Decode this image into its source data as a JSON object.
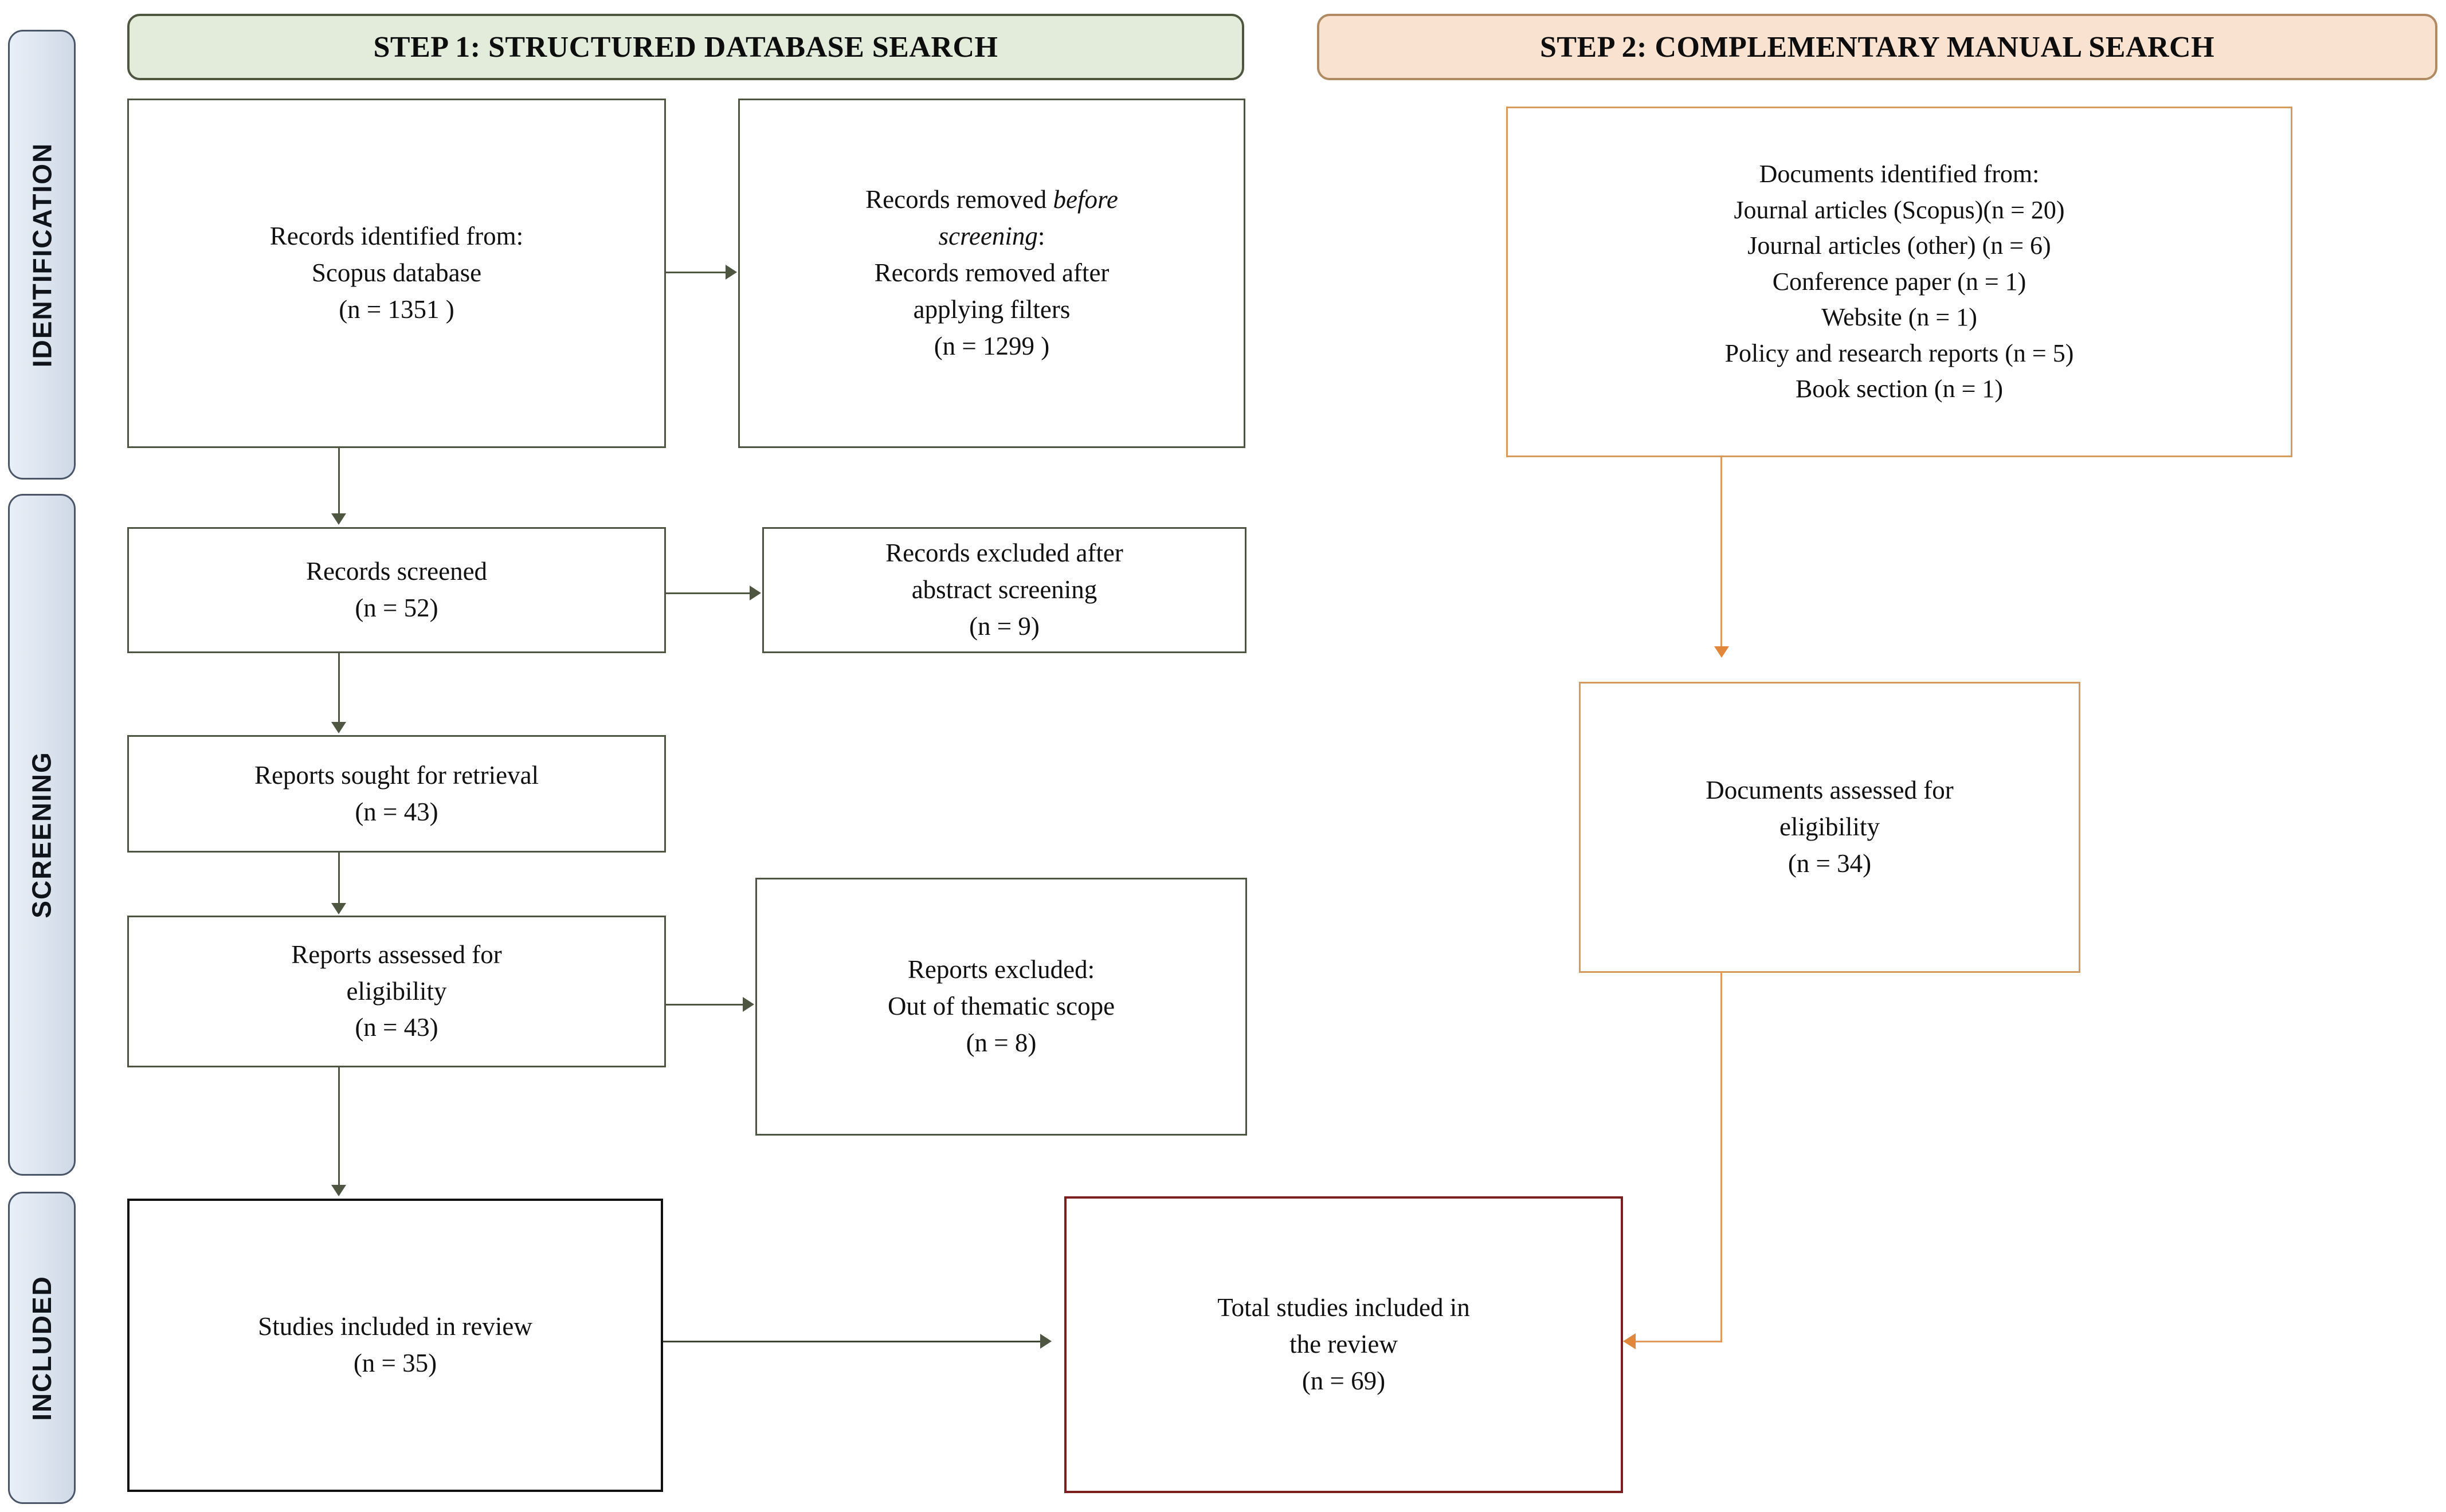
{
  "diagram": {
    "title": "PRISMA flow diagram",
    "colors": {
      "step1_fill": "#e3ebdb",
      "step1_border": "#4f5640",
      "step2_fill": "#f9e2cf",
      "step2_border": "#b08a63",
      "stage_fill": "#dbe4ef",
      "stage_border": "#4a5668",
      "green_arrow": "#4e5642",
      "orange_arrow": "#e0873c",
      "total_box_border": "#7b1f20"
    }
  },
  "stages": [
    {
      "label": "IDENTIFICATION"
    },
    {
      "label": "SCREENING"
    },
    {
      "label": "INCLUDED"
    }
  ],
  "steps": {
    "step1": {
      "title": "STEP 1: STRUCTURED DATABASE SEARCH"
    },
    "step2": {
      "title": "STEP 2: COMPLEMENTARY MANUAL SEARCH"
    }
  },
  "boxes": {
    "records_identified": {
      "line1": "Records identified from:",
      "line2": "Scopus database",
      "line3": "(n = 1351 )"
    },
    "records_removed": {
      "line1_a": "Records removed ",
      "line1_italic": "before",
      "line2_italic": "screening",
      "line2_b": ":",
      "line3": "Records removed after",
      "line4": "applying filters",
      "line5": "(n = 1299 )"
    },
    "records_screened": {
      "line1": "Records screened",
      "line2": "(n = 52)"
    },
    "records_excluded": {
      "line1": "Records excluded after",
      "line2": "abstract screening",
      "line3": "(n = 9)"
    },
    "reports_sought": {
      "line1": "Reports sought for retrieval",
      "line2": "(n = 43)"
    },
    "reports_assessed": {
      "line1": "Reports assessed for",
      "line2": "eligibility",
      "line3": "(n = 43)"
    },
    "reports_excluded": {
      "line1": "Reports excluded:",
      "line2": "Out of thematic scope",
      "line3": "(n = 8)"
    },
    "studies_included": {
      "line1": "Studies included in review",
      "line2": "(n = 35)"
    },
    "documents_identified": {
      "line1": "Documents identified from:",
      "line2": "Journal articles (Scopus)(n = 20)",
      "line3": "Journal articles (other) (n = 6)",
      "line4": "Conference paper (n = 1)",
      "line5": "Website (n = 1)",
      "line6": "Policy and research reports (n = 5)",
      "line7": "Book section (n = 1)"
    },
    "documents_assessed": {
      "line1": "Documents assessed for",
      "line2": "eligibility",
      "line3": "(n = 34)"
    },
    "total_studies": {
      "line1": "Total studies included in",
      "line2": "the review",
      "line3": "(n = 69)"
    }
  }
}
